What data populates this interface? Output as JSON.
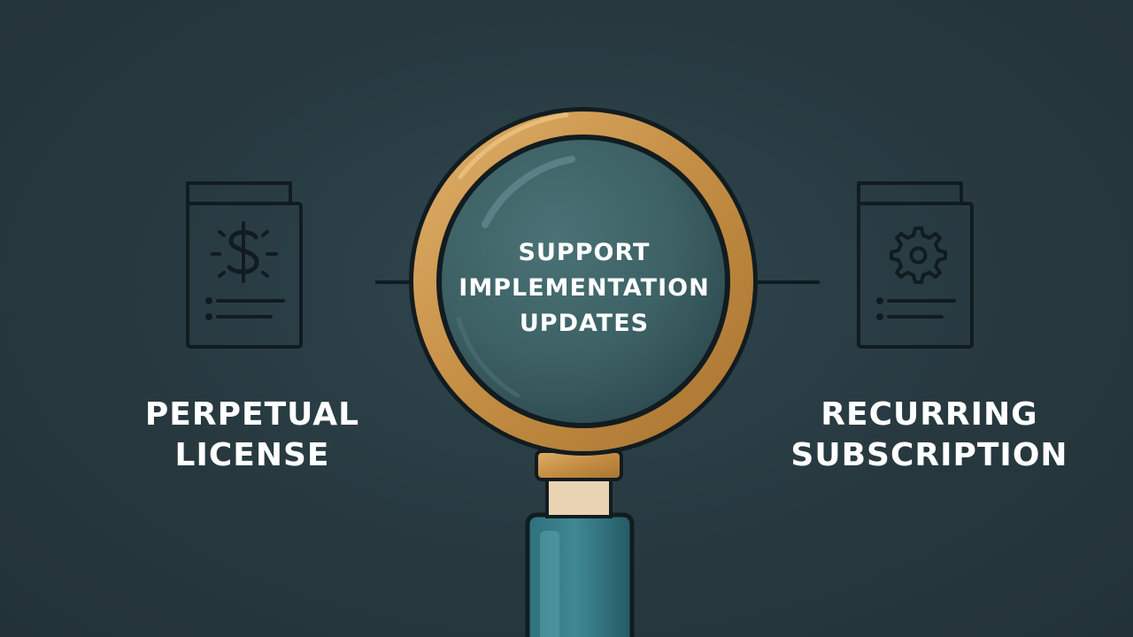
{
  "left_option": {
    "icon": "dollar-document-icon",
    "label_line1": "PERPETUAL",
    "label_line2": "LICENSE"
  },
  "right_option": {
    "icon": "gear-document-icon",
    "label_line1": "RECURRING",
    "label_line2": "SUBSCRIPTION"
  },
  "magnifier": {
    "icon": "magnifying-glass-icon",
    "line1": "SUPPORT",
    "line2": "IMPLEMENTATION",
    "line3": "UPDATES"
  },
  "colors": {
    "background": "#27393f",
    "rim": "#c8954a",
    "lens": "#3f6468",
    "icon_stroke": "#111c20",
    "text": "#ffffff"
  }
}
